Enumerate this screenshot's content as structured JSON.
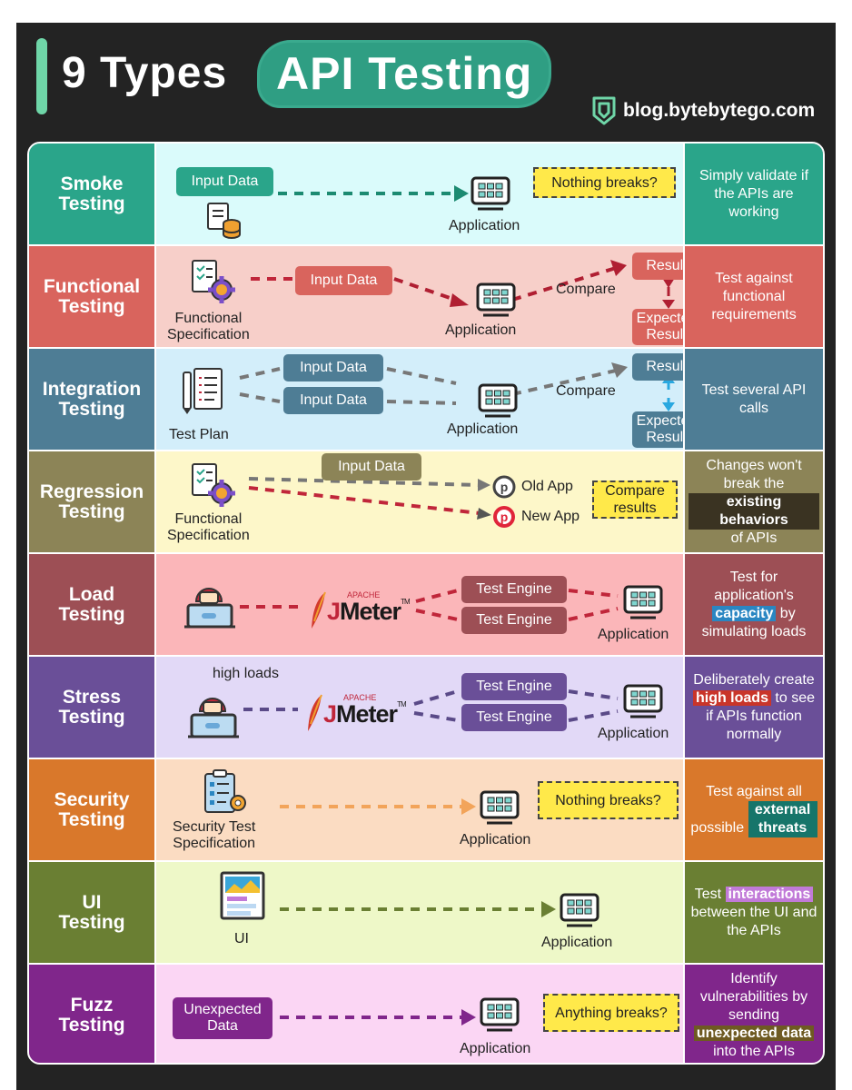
{
  "header": {
    "title_part1": "9 Types",
    "title_part2": "API Testing",
    "site": "blog.bytebytego.com"
  },
  "colors": {
    "smoke": "#2aa58a",
    "functional": "#d9645d",
    "integration": "#4e7d95",
    "regression": "#8c8457",
    "load": "#9d4f55",
    "stress": "#6a4f98",
    "security": "#d9782b",
    "ui": "#6a7f33",
    "fuzz": "#80268b"
  },
  "rows": [
    {
      "label": "Smoke\nTesting",
      "texts": {
        "input": "Input Data",
        "app": "Application",
        "note": "Nothing breaks?"
      },
      "desc": {
        "pre": "Simply validate if the APIs are working",
        "hl": "",
        "post": ""
      }
    },
    {
      "label": "Functional\nTesting",
      "texts": {
        "spec": "Functional\nSpecification",
        "input": "Input Data",
        "app": "Application",
        "compare": "Compare",
        "result": "Result",
        "expected": "Expected\nResult"
      },
      "desc": {
        "pre": "Test against functional requirements",
        "hl": "",
        "post": ""
      }
    },
    {
      "label": "Integration\nTesting",
      "texts": {
        "plan": "Test Plan",
        "input1": "Input Data",
        "input2": "Input Data",
        "app": "Application",
        "compare": "Compare",
        "result": "Result",
        "expected": "Expected\nResult"
      },
      "desc": {
        "pre": "Test several API calls",
        "hl": "",
        "post": ""
      }
    },
    {
      "label": "Regression\nTesting",
      "texts": {
        "spec": "Functional\nSpecification",
        "input": "Input Data",
        "old": "Old App",
        "new": "New App",
        "note": "Compare\nresults"
      },
      "desc": {
        "pre": "Changes won't break the",
        "hl": "existing behaviors",
        "post": "of APIs"
      }
    },
    {
      "label": "Load\nTesting",
      "texts": {
        "apache": "APACHE",
        "jmeter_j": "J",
        "jmeter_rest": "Meter",
        "tm": "TM",
        "engine1": "Test Engine",
        "engine2": "Test Engine",
        "app": "Application"
      },
      "desc": {
        "pre": "Test for application's",
        "hl": "capacity",
        "post": "by simulating loads"
      }
    },
    {
      "label": "Stress\nTesting",
      "texts": {
        "high": "high loads",
        "apache": "APACHE",
        "jmeter_j": "J",
        "jmeter_rest": "Meter",
        "tm": "TM",
        "engine1": "Test Engine",
        "engine2": "Test Engine",
        "app": "Application"
      },
      "desc": {
        "pre": "Deliberately create",
        "hl": "high loads",
        "post": "to see if APIs function normally"
      }
    },
    {
      "label": "Security\nTesting",
      "texts": {
        "spec": "Security Test\nSpecification",
        "app": "Application",
        "note": "Nothing breaks?"
      },
      "desc": {
        "pre": "Test against all possible",
        "hl": "external threats",
        "post": ""
      }
    },
    {
      "label": "UI\nTesting",
      "texts": {
        "ui": "UI",
        "app": "Application"
      },
      "desc": {
        "pre": "Test",
        "hl": "interactions",
        "post": "between the UI and the APIs"
      }
    },
    {
      "label": "Fuzz\nTesting",
      "texts": {
        "input": "Unexpected\nData",
        "app": "Application",
        "note": "Anything breaks?"
      },
      "desc": {
        "pre": "Identify vulnerabilities by sending",
        "hl": "unexpected data",
        "post": "into the APIs"
      }
    }
  ]
}
